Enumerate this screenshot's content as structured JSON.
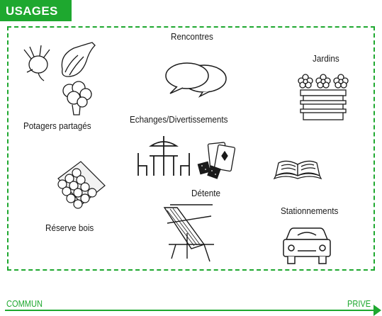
{
  "header": {
    "title": "USAGES"
  },
  "labels": {
    "rencontres": "Rencontres",
    "jardins": "Jardins",
    "potagers": "Potagers partagés",
    "echanges": "Echanges/Divertissements",
    "detente": "Détente",
    "reserve": "Réserve bois",
    "stationnements": "Stationnements"
  },
  "axis": {
    "left": "COMMUN",
    "right": "PRIVE"
  },
  "colors": {
    "accent": "#1ea82f",
    "ink": "#1a1a1a"
  }
}
